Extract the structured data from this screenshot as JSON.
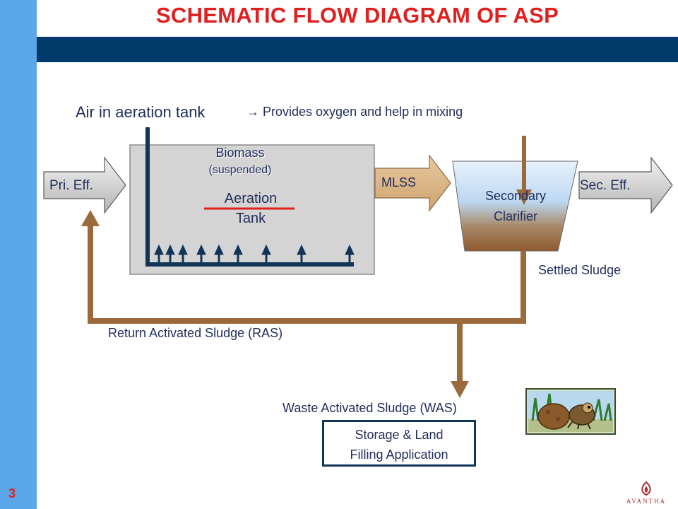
{
  "title": "SCHEMATIC FLOW DIAGRAM OF ASP",
  "page_number": "3",
  "logo_text": "AVANTHA",
  "air_label": "Air in aeration tank",
  "oxygen_note": "→ Provides oxygen and help in mixing",
  "tank": {
    "biomass": "Biomass",
    "suspended": "(suspended)",
    "aeration": "Aeration",
    "tank": "Tank"
  },
  "flows": {
    "primary_effluent": "Pri. Eff.",
    "mlss": "MLSS",
    "secondary_effluent": "Sec. Eff.",
    "settled_sludge": "Settled Sludge",
    "ras": "Return Activated Sludge (RAS)",
    "was": "Waste Activated Sludge (WAS)"
  },
  "clarifier": {
    "line1": "Secondary",
    "line2": "Clarifier"
  },
  "storage": {
    "line1": "Storage & Land",
    "line2": "Filling Application"
  },
  "colors": {
    "title_red": "#e01f1f",
    "header_band": "#003a6b",
    "left_bar": "#5aa6e8",
    "pipe_brown": "#9b6a3c",
    "air_navy": "#123457",
    "tank_gray": "#d4d4d4"
  }
}
